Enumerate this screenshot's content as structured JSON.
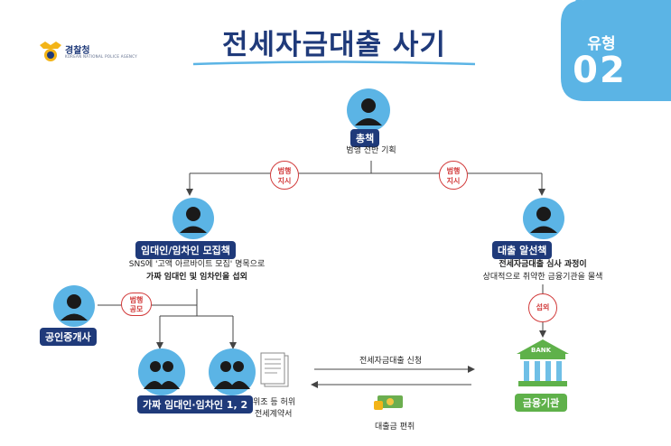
{
  "header": {
    "title": "전세자금대출 사기",
    "logo_text": "경찰청",
    "logo_sub": "KOREAN NATIONAL POLICE AGENCY",
    "type_label": "유형",
    "type_num": "02"
  },
  "nodes": {
    "leader": {
      "label": "총책",
      "desc": "범행 전반 기획"
    },
    "recruiter": {
      "label": "임대인/임차인 모집책",
      "desc_line1": "SNS에 '고액 아르바이트 모집' 명목으로",
      "desc_line2": "가짜 임대인 및 임차인을 섭외"
    },
    "broker": {
      "label": "대출 알선책",
      "desc_line1": "전세자금대출 심사 과정이",
      "desc_line2": "상대적으로 취약한 금융기관을 물색"
    },
    "agent": {
      "label": "공인중개사"
    },
    "fake": {
      "label": "가짜 임대인·임차인 1, 2"
    },
    "contract": {
      "line1": "위조 등 허위",
      "line2": "전세계약서"
    },
    "bank": {
      "label": "금융기관",
      "sign": "BANK"
    }
  },
  "tags": {
    "left_instruct": [
      "범행",
      "지시"
    ],
    "right_instruct": [
      "범행",
      "지시"
    ],
    "conspire": [
      "범행",
      "공모"
    ],
    "recruit": "섭외"
  },
  "flows": {
    "apply": "전세자금대출 신청",
    "embezzle": "대출금 편취"
  },
  "colors": {
    "navy": "#1f3a7a",
    "sky": "#5bb4e5",
    "red": "#d23b3b",
    "green": "#5fb14a"
  }
}
